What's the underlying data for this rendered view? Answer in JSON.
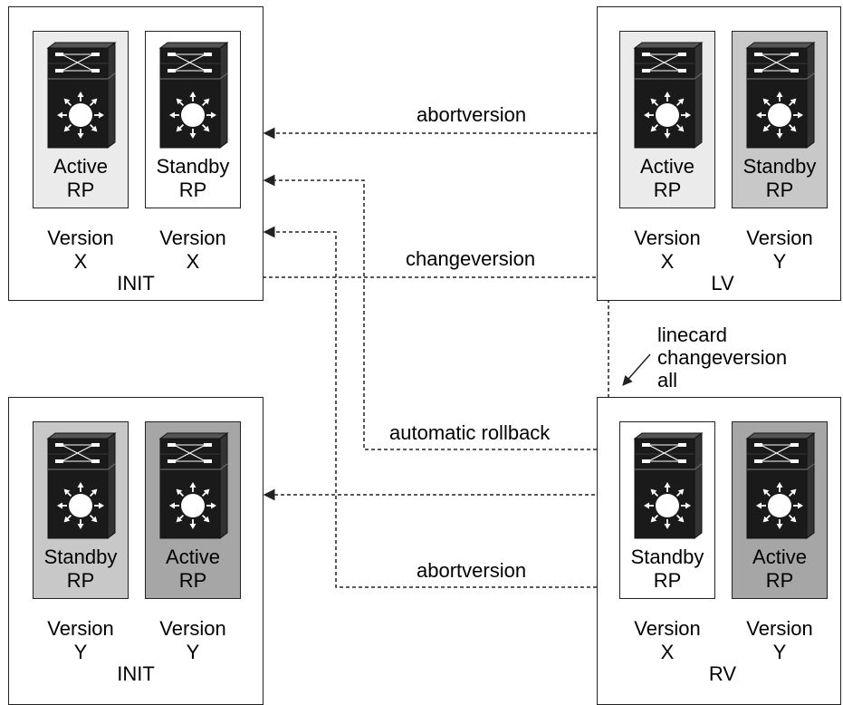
{
  "colors": {
    "white": "#ffffff",
    "light_gray": "#ebebeb",
    "medium_gray": "#c8c8c8",
    "dark_gray": "#a6a6a6",
    "line": "#222222"
  },
  "states": {
    "top_left": {
      "name": "INIT",
      "rp1": {
        "line1": "Active",
        "line2": "RP",
        "shade": "light_gray"
      },
      "rp2": {
        "line1": "Standby",
        "line2": "RP",
        "shade": "white"
      },
      "v1": {
        "label": "Version",
        "value": "X"
      },
      "v2": {
        "label": "Version",
        "value": "X"
      }
    },
    "top_right": {
      "name": "LV",
      "rp1": {
        "line1": "Active",
        "line2": "RP",
        "shade": "light_gray"
      },
      "rp2": {
        "line1": "Standby",
        "line2": "RP",
        "shade": "medium_gray"
      },
      "v1": {
        "label": "Version",
        "value": "X"
      },
      "v2": {
        "label": "Version",
        "value": "Y"
      }
    },
    "bottom_left": {
      "name": "INIT",
      "rp1": {
        "line1": "Standby",
        "line2": "RP",
        "shade": "medium_gray"
      },
      "rp2": {
        "line1": "Active",
        "line2": "RP",
        "shade": "dark_gray"
      },
      "v1": {
        "label": "Version",
        "value": "Y"
      },
      "v2": {
        "label": "Version",
        "value": "Y"
      }
    },
    "bottom_right": {
      "name": "RV",
      "rp1": {
        "line1": "Standby",
        "line2": "RP",
        "shade": "white"
      },
      "rp2": {
        "line1": "Active",
        "line2": "RP",
        "shade": "dark_gray"
      },
      "v1": {
        "label": "Version",
        "value": "X"
      },
      "v2": {
        "label": "Version",
        "value": "Y"
      }
    }
  },
  "edges": {
    "abortversion_top": "abortversion",
    "changeversion": "changeversion",
    "automatic_rollback": "automatic rollback",
    "abortversion_bottom": "abortversion"
  },
  "annotation": {
    "line1": "linecard",
    "line2": "changeversion",
    "line3": "all"
  }
}
